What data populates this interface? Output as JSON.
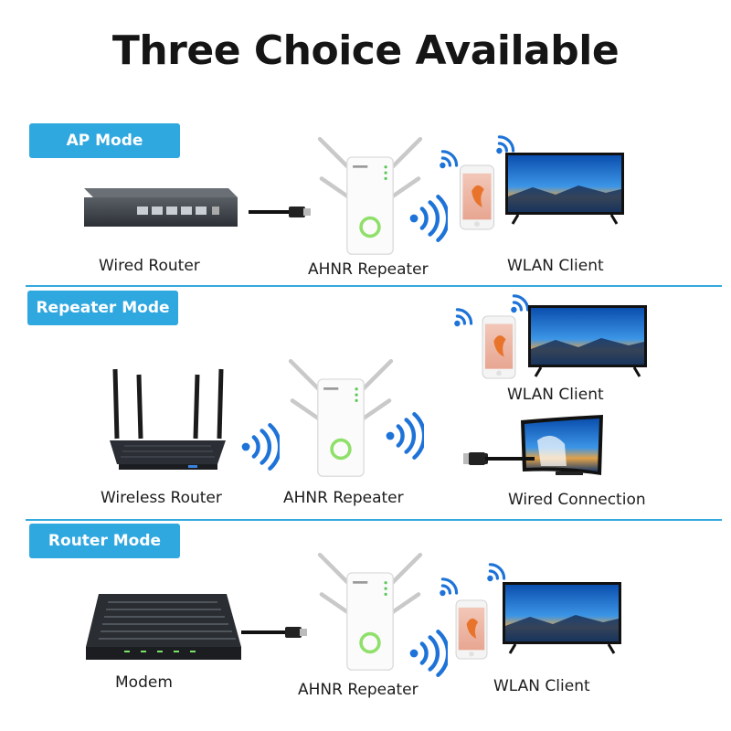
{
  "title": "Three Choice Available",
  "modes": [
    {
      "name": "AP Mode",
      "labels": {
        "source": "Wired Router",
        "repeater": "AHNR Repeater",
        "client": "WLAN Client"
      }
    },
    {
      "name": "Repeater Mode",
      "labels": {
        "source": "Wireless Router",
        "repeater": "AHNR Repeater",
        "client": "WLAN Client",
        "wired": "Wired Connection"
      }
    },
    {
      "name": "Router Mode",
      "labels": {
        "source": "Modem",
        "repeater": "AHNR Repeater",
        "client": "WLAN Client"
      }
    }
  ],
  "colors": {
    "accent": "#2fa7df",
    "divider": "#33a9dd",
    "ring": "#8fe06a",
    "tv_screen": "#1e6fc7"
  },
  "icons": [
    "wired-router-icon",
    "wireless-router-icon",
    "modem-icon",
    "repeater-icon",
    "phone-icon",
    "tv-icon",
    "curved-tv-icon",
    "ethernet-cable-icon",
    "wifi-signal-icon"
  ]
}
